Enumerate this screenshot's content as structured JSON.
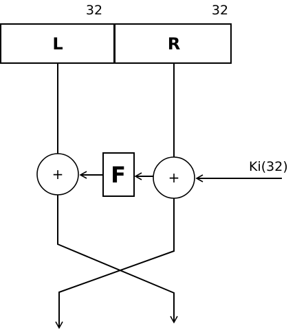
{
  "diagram": {
    "left_bits": "32",
    "right_bits": "32",
    "left_label": "L",
    "right_label": "R",
    "xor_left_symbol": "+",
    "xor_right_symbol": "+",
    "function_label": "F",
    "key_label": "Ki(32)"
  }
}
